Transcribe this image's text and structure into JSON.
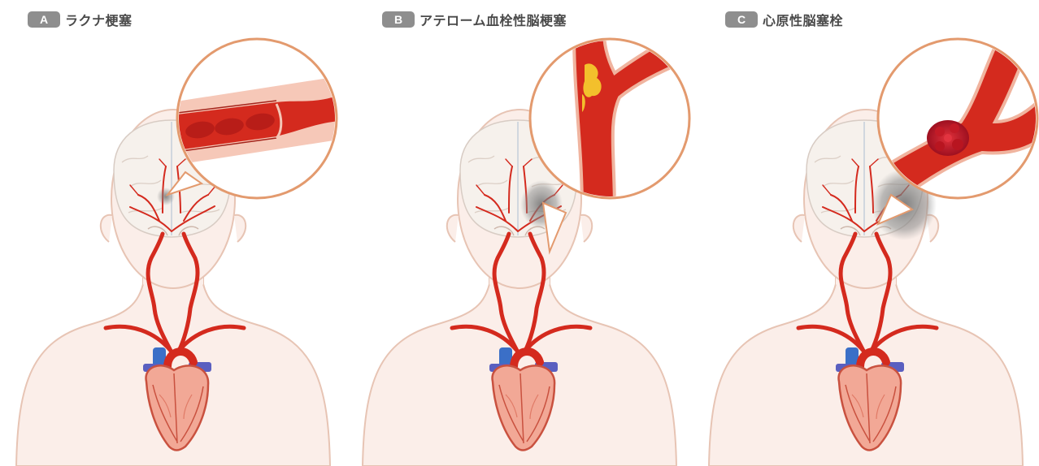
{
  "panels": [
    {
      "letter": "A",
      "title": "ラクナ梗塞"
    },
    {
      "letter": "B",
      "title": "アテローム血栓性脳梗塞"
    },
    {
      "letter": "C",
      "title": "心原性脳塞栓"
    }
  ],
  "colors": {
    "badge": "#8e8e8e",
    "artery": "#d42a1e",
    "skin": "#fbeee9",
    "outline": "#e7b9a3",
    "vein": "#3b6fc7",
    "plaque": "#f3c02c",
    "thrombus": "#a8141c"
  }
}
